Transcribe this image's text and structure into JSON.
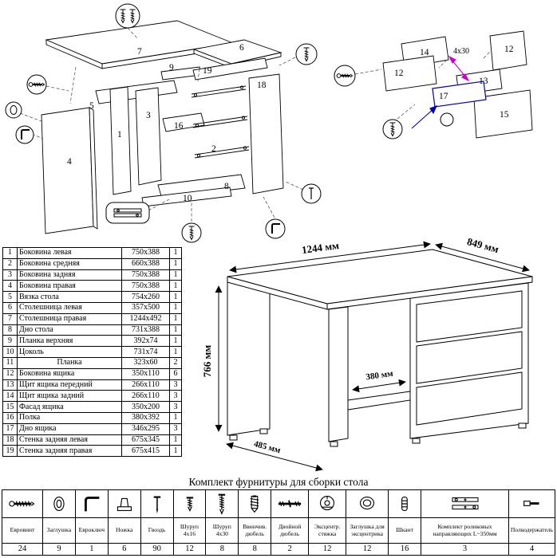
{
  "exploded_left": {
    "labels": {
      "n1": "1",
      "n2": "2",
      "n3": "3",
      "n4": "4",
      "n5": "5",
      "n6": "6",
      "n7": "7",
      "n8": "8",
      "n9": "9",
      "n10": "10",
      "n16": "16",
      "n18": "18",
      "n19": "19"
    }
  },
  "exploded_right": {
    "labels": {
      "n12a": "12",
      "n12b": "12",
      "n13": "13",
      "n14": "14",
      "n15": "15",
      "n17": "17"
    },
    "screw_size": "4x30"
  },
  "parts_table": {
    "rows": [
      [
        "1",
        "Боковина левая",
        "750x388",
        "1"
      ],
      [
        "2",
        "Боковина средняя",
        "660x388",
        "1"
      ],
      [
        "3",
        "Боковина задняя",
        "750x388",
        "1"
      ],
      [
        "4",
        "Боковина правая",
        "750x388",
        "1"
      ],
      [
        "5",
        "Вязка стола",
        "754x260",
        "1"
      ],
      [
        "6",
        "Столешница левая",
        "357x500",
        "1"
      ],
      [
        "7",
        "Столешница правая",
        "1244x492",
        "1"
      ],
      [
        "8",
        "Дно стола",
        "731x388",
        "1"
      ],
      [
        "9",
        "Планка верхняя",
        "392x74",
        "1"
      ],
      [
        "10",
        "Цоколь",
        "731x74",
        "1"
      ],
      [
        "11",
        "Планка",
        "323x60",
        "2"
      ],
      [
        "12",
        "Боковина ящика",
        "350x110",
        "6"
      ],
      [
        "13",
        "Щит ящика передний",
        "266x110",
        "3"
      ],
      [
        "14",
        "Щит ящика задний",
        "266x110",
        "3"
      ],
      [
        "15",
        "Фасад ящика",
        "350x200",
        "3"
      ],
      [
        "16",
        "Полка",
        "380x392",
        "1"
      ],
      [
        "17",
        "Дно ящика",
        "346x295",
        "3"
      ],
      [
        "18",
        "Стенка задняя левая",
        "675x345",
        "1"
      ],
      [
        "19",
        "Стенка задняя правая",
        "675x415",
        "1"
      ]
    ]
  },
  "desk_drawing": {
    "dims": {
      "width": "1244 мм",
      "depth": "849 мм",
      "height": "766 мм",
      "shelf_depth": "380 мм",
      "bottom_width": "485 мм"
    }
  },
  "hardware": {
    "title": "Комплект фурнитуры для сборки стола",
    "items": [
      {
        "icon": "confirmat-screw-icon",
        "label": "Евровинт",
        "qty": "24"
      },
      {
        "icon": "cap-icon",
        "label": "Заглушка",
        "qty": "9"
      },
      {
        "icon": "hex-key-icon",
        "label": "Евроключ",
        "qty": "1"
      },
      {
        "icon": "foot-icon",
        "label": "Ножка",
        "qty": "6"
      },
      {
        "icon": "nail-icon",
        "label": "Гвоздь",
        "qty": "90"
      },
      {
        "icon": "screw-4x16-icon",
        "label": "Шуруп 4x16",
        "qty": "12"
      },
      {
        "icon": "screw-4x30-icon",
        "label": "Шуруп 4x30",
        "qty": "8"
      },
      {
        "icon": "screw-in-dowel-icon",
        "label": "Ввинчив. дюбель",
        "qty": "8"
      },
      {
        "icon": "double-dowel-icon",
        "label": "Двойной дюбель",
        "qty": "2"
      },
      {
        "icon": "cam-lock-icon",
        "label": "Эксцентр. стяжка",
        "qty": "12"
      },
      {
        "icon": "cam-cap-icon",
        "label": "Заглушка для эксцентрика",
        "qty": "12"
      },
      {
        "icon": "wood-dowel-icon",
        "label": "Шкант",
        "qty": "16"
      },
      {
        "icon": "drawer-slides-icon",
        "label": "Комплект роликовых направляющих L~350мм",
        "qty": "3"
      },
      {
        "icon": "shelf-support-icon",
        "label": "Полкодержатель",
        "qty": "4"
      }
    ]
  }
}
